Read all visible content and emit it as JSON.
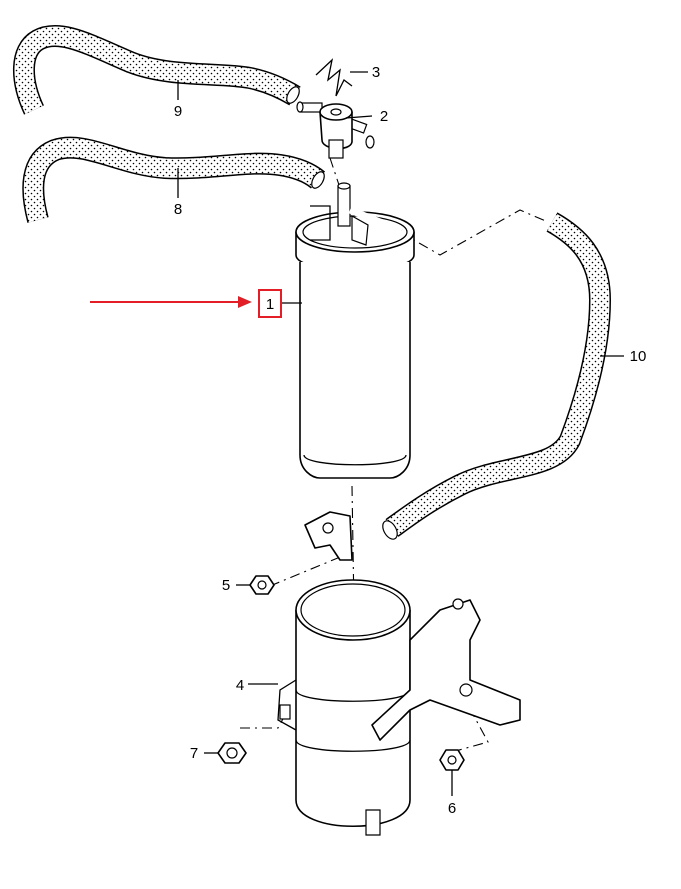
{
  "diagram": {
    "highlight_color": "#e41e26",
    "labels": [
      {
        "id": "1",
        "text": "1",
        "highlighted": true
      },
      {
        "id": "2",
        "text": "2"
      },
      {
        "id": "3",
        "text": "3"
      },
      {
        "id": "4",
        "text": "4"
      },
      {
        "id": "5",
        "text": "5"
      },
      {
        "id": "6",
        "text": "6"
      },
      {
        "id": "7",
        "text": "7"
      },
      {
        "id": "8",
        "text": "8"
      },
      {
        "id": "9",
        "text": "9"
      },
      {
        "id": "10",
        "text": "10"
      }
    ],
    "parts": {
      "p1": "fuel-filter",
      "p2": "tee-connector",
      "p3": "retaining-clip",
      "p4": "filter-bracket",
      "p5": "nut",
      "p6": "nut",
      "p7": "nut",
      "p8": "hose",
      "p9": "hose",
      "p10": "hose"
    }
  }
}
